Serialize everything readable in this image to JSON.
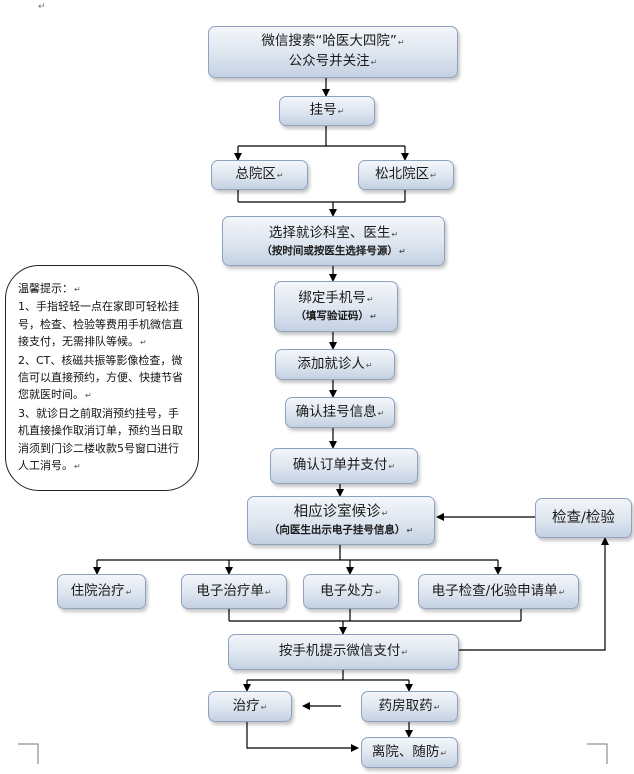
{
  "mark": "↵",
  "nodes": {
    "wechat_search": {
      "line1": "微信搜索“哈医大四院”",
      "line2": "公众号并关注"
    },
    "register": "挂号",
    "main_campus": "总院区",
    "songbei_campus": "松北院区",
    "choose_dept": {
      "line1": "选择就诊科室、医生",
      "line2": "（按时间或按医生选择号源）"
    },
    "bind_phone": {
      "line1": "绑定手机号",
      "line2": "（填写验证码）"
    },
    "add_patient": "添加就诊人",
    "confirm_info": "确认挂号信息",
    "confirm_order": "确认订单并支付",
    "waiting": {
      "line1": "相应诊室候诊",
      "line2": "（向医生出示电子挂号信息）"
    },
    "inspection": "检查/检验",
    "hospitalization": "住院治疗",
    "e_treatment": "电子治疗单",
    "e_prescription": "电子处方",
    "e_exam_request": "电子检查/化验申请单",
    "wechat_pay": "按手机提示微信支付",
    "treatment": "治疗",
    "pharmacy": "药房取药",
    "discharge": "离院、随防"
  },
  "tips": {
    "title": "温馨提示：",
    "items": [
      "1、手指轻轻一点在家即可轻松挂号，检查、检验等费用手机微信直接支付，无需排队等候。",
      "2、CT、核磁共振等影像检查，微信可以直接预约，方便、快捷节省您就医时间。",
      "3、就诊日之前取消预约挂号，手机直接操作取消订单，预约当日取消须到门诊二楼收款5号窗口进行人工消号。"
    ]
  }
}
